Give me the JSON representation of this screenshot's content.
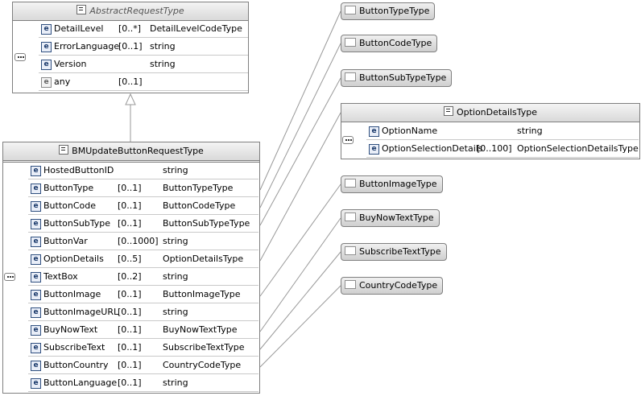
{
  "abstract_type": {
    "title": "AbstractRequestType",
    "rows": [
      {
        "name": "DetailLevel",
        "card": "[0..*]",
        "type": "DetailLevelCodeType"
      },
      {
        "name": "ErrorLanguage",
        "card": "[0..1]",
        "type": "string"
      },
      {
        "name": "Version",
        "card": "",
        "type": "string"
      },
      {
        "name": "any",
        "card": "[0..1]",
        "type": ""
      }
    ]
  },
  "main_type": {
    "title": "BMUpdateButtonRequestType",
    "rows": [
      {
        "name": "HostedButtonID",
        "card": "",
        "type": "string"
      },
      {
        "name": "ButtonType",
        "card": "[0..1]",
        "type": "ButtonTypeType"
      },
      {
        "name": "ButtonCode",
        "card": "[0..1]",
        "type": "ButtonCodeType"
      },
      {
        "name": "ButtonSubType",
        "card": "[0..1]",
        "type": "ButtonSubTypeType"
      },
      {
        "name": "ButtonVar",
        "card": "[0..1000]",
        "type": "string"
      },
      {
        "name": "OptionDetails",
        "card": "[0..5]",
        "type": "OptionDetailsType"
      },
      {
        "name": "TextBox",
        "card": "[0..2]",
        "type": "string"
      },
      {
        "name": "ButtonImage",
        "card": "[0..1]",
        "type": "ButtonImageType"
      },
      {
        "name": "ButtonImageURL",
        "card": "[0..1]",
        "type": "string"
      },
      {
        "name": "BuyNowText",
        "card": "[0..1]",
        "type": "BuyNowTextType"
      },
      {
        "name": "SubscribeText",
        "card": "[0..1]",
        "type": "SubscribeTextType"
      },
      {
        "name": "ButtonCountry",
        "card": "[0..1]",
        "type": "CountryCodeType"
      },
      {
        "name": "ButtonLanguage",
        "card": "[0..1]",
        "type": "string"
      }
    ]
  },
  "option_details_type": {
    "title": "OptionDetailsType",
    "rows": [
      {
        "name": "OptionName",
        "card": "",
        "type": "string"
      },
      {
        "name": "OptionSelectionDetails",
        "card": "[0..100]",
        "type": "OptionSelectionDetailsType"
      }
    ]
  },
  "simple_types": [
    "ButtonTypeType",
    "ButtonCodeType",
    "ButtonSubTypeType",
    "ButtonImageType",
    "BuyNowTextType",
    "SubscribeTextType",
    "CountryCodeType"
  ]
}
